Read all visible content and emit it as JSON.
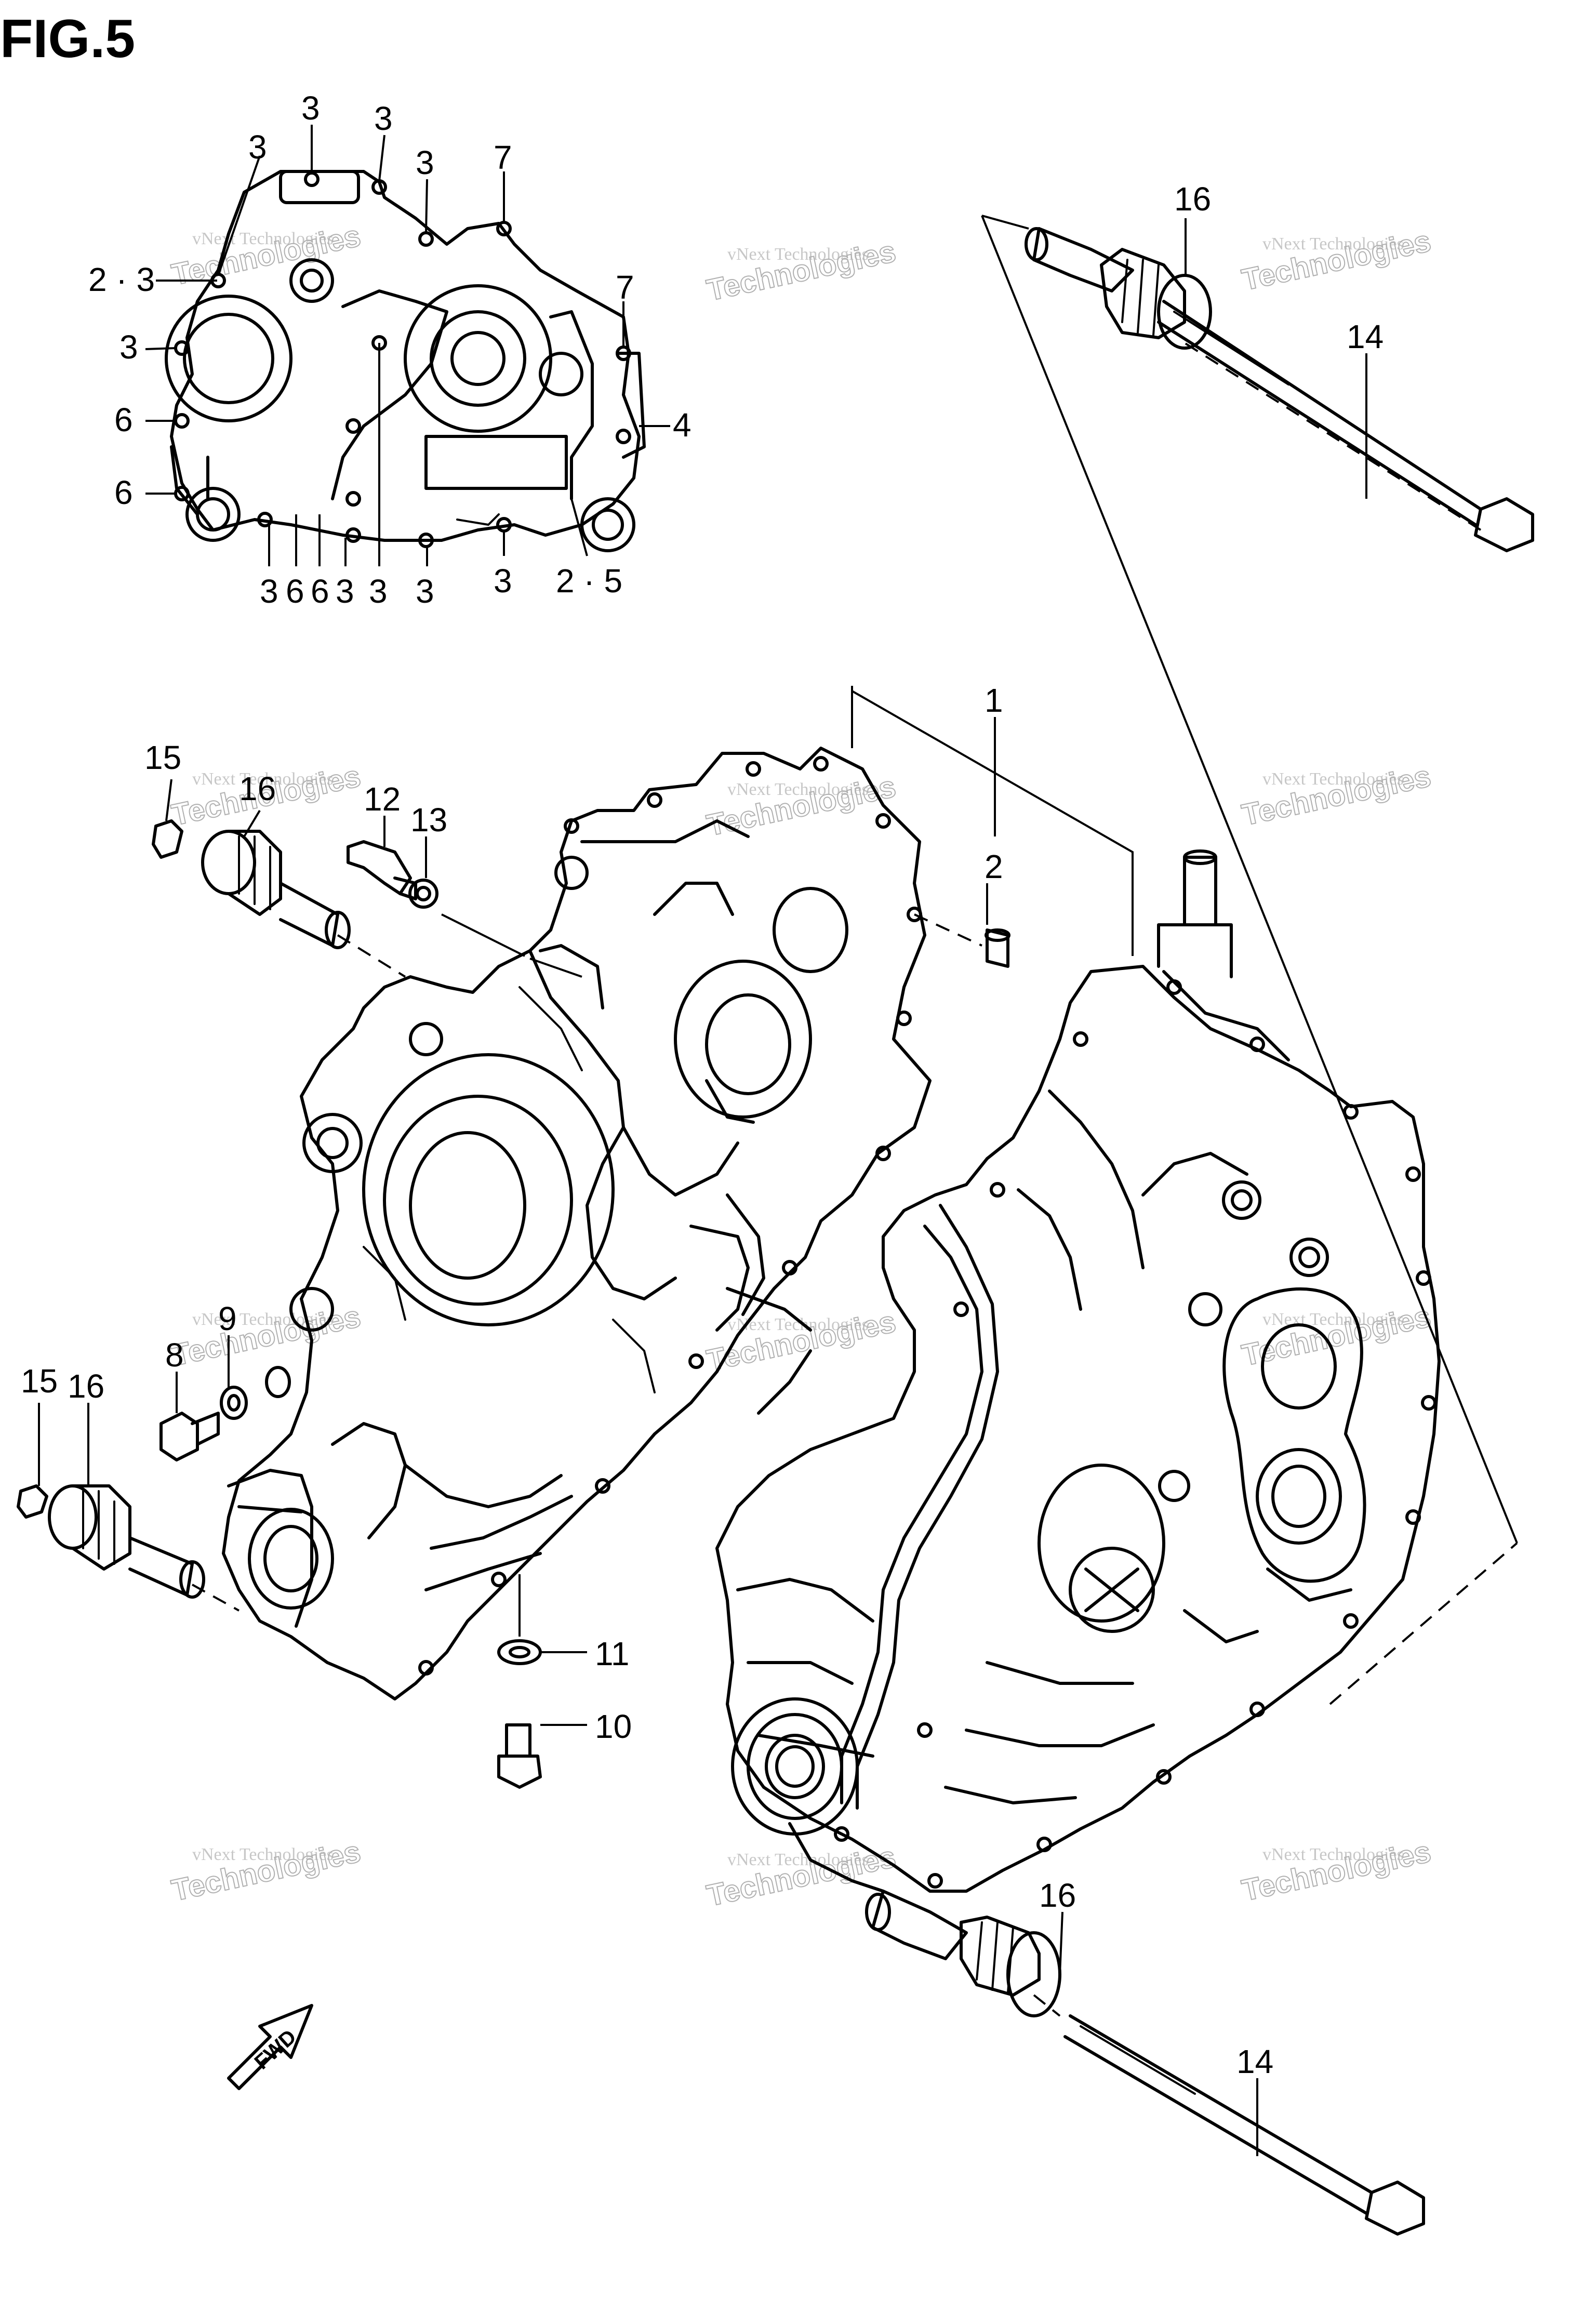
{
  "figure": {
    "title": "FIG.5"
  },
  "watermark": {
    "line1": "vNext Technologies",
    "line2": "Technologies",
    "brand": "vNext"
  },
  "fwd_label": "FWD",
  "callouts": {
    "c3a": "3",
    "c3b": "3",
    "c3c": "3",
    "c3d": "3",
    "c7a": "7",
    "c16a": "16",
    "c14a": "14",
    "c23": "2 · 3",
    "c3e": "3",
    "c7b": "7",
    "c6a": "6",
    "c4": "4",
    "c6b": "6",
    "b3a": "3",
    "b6a": "6",
    "b6b": "6",
    "b3b": "3",
    "b3c": "3",
    "b3d": "3",
    "b3e": "3",
    "b25": "2 · 5",
    "c1": "1",
    "c2": "2",
    "c15a": "15",
    "c16b": "16",
    "c12": "12",
    "c13": "13",
    "c8": "8",
    "c9": "9",
    "c15b": "15",
    "c16c": "16",
    "c11": "11",
    "c10": "10",
    "c16d": "16",
    "c14b": "14"
  }
}
